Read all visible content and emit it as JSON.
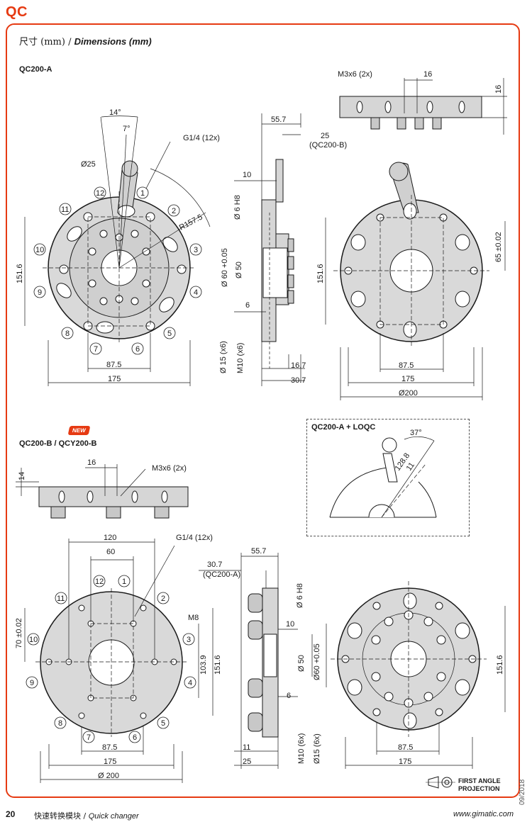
{
  "brand": "QC",
  "heading": {
    "zh": "尺寸 (mm) / ",
    "en": "Dimensions (mm)"
  },
  "sections": {
    "a": "QC200-A",
    "b": "QC200-B / QCY200-B",
    "note": "QC200-A + LOQC",
    "new_badge": "NEW"
  },
  "dims_a": {
    "angle14": "14°",
    "angle7": "7°",
    "d25": "Ø25",
    "g14": "G1/4 (12x)",
    "r157": "R157.5",
    "h151": "151.6",
    "w87": "87.5",
    "w175": "175",
    "n1": "1",
    "n2": "2",
    "n3": "3",
    "n4": "4",
    "n5": "5",
    "n6": "6",
    "n7": "7",
    "n8": "8",
    "n9": "9",
    "n10": "10",
    "n11": "11",
    "n12": "12",
    "side_55": "55.7",
    "side_25": "25",
    "side_qcb": "(QC200-B)",
    "side_10": "10",
    "side_h8": "Ø 6  H8",
    "side_d60": "Ø 60 +0.05",
    "side_d50": "Ø 50",
    "side_6": "6",
    "side_d15": "Ø 15 (x6)",
    "side_m10": "M10 (x6)",
    "side_167": "16.7",
    "side_307": "30.7",
    "top_m3": "M3x6 (2x)",
    "top_16": "16",
    "top_16v": "16",
    "back_h151": "151.6",
    "back_65": "65 ±0.02",
    "back_87": "87.5",
    "back_175": "175",
    "back_200": "Ø200"
  },
  "dims_b": {
    "top_14": "14",
    "top_16": "16",
    "top_m3": "M3x6 (2x)",
    "w120": "120",
    "w60": "60",
    "g14": "G1/4 (12x)",
    "m8": "M8",
    "v70": "70 ±0.02",
    "h103": "103.9",
    "h151": "151.6",
    "w87": "87.5",
    "w175": "175",
    "w200": "Ø 200",
    "n1": "1",
    "n2": "2",
    "n3": "3",
    "n4": "4",
    "n5": "5",
    "n6": "6",
    "n7": "7",
    "n8": "8",
    "n9": "9",
    "n10": "10",
    "n11": "11",
    "n12": "12",
    "side_55": "55.7",
    "side_307": "30.7",
    "side_qca": "(QC200-A)",
    "side_h8": "Ø 6  H8",
    "side_10": "10",
    "side_d50": "Ø 50",
    "side_d60": "Ø60 +0.05",
    "side_6": "6",
    "side_11": "11",
    "side_25": "25",
    "side_m10": "M10 (6x)",
    "side_d15": "Ø15 (6x)",
    "back_h151": "151.6",
    "back_87": "87.5",
    "back_175": "175"
  },
  "note": {
    "angle": "37°",
    "r128": "128.8",
    "d11": "11"
  },
  "first_angle": [
    "FIRST ANGLE",
    "PROJECTION"
  ],
  "footer": {
    "page": "20",
    "zh": "快速转换模块 / ",
    "en": "Quick changer",
    "url": "www.gimatic.com",
    "date": "09/2018"
  }
}
